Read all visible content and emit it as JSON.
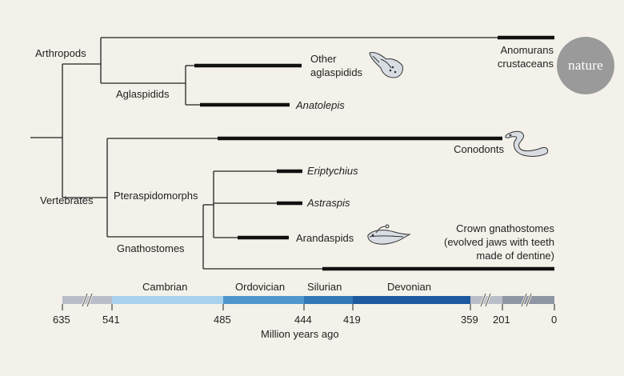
{
  "labels": {
    "arthropods": "Arthropods",
    "aglaspidids": "Aglaspidids",
    "other_aglaspidids_1": "Other",
    "other_aglaspidids_2": "aglaspidids",
    "anatolepis": "Anatolepis",
    "anomurans_1": "Anomurans",
    "anomurans_2": "crustaceans",
    "conodonts": "Conodonts",
    "vertebrates": "Vertebrates",
    "pteraspidomorphs": "Pteraspidomorphs",
    "eriptychius": "Eriptychius",
    "astraspis": "Astraspis",
    "arandaspids": "Arandaspids",
    "gnathostomes": "Gnathostomes",
    "crown_1": "Crown gnathostomes",
    "crown_2": "(evolved jaws with teeth",
    "crown_3": "made of dentine)"
  },
  "brand": {
    "logo_text": "nature"
  },
  "timescale": {
    "title": "Million years ago",
    "periods": [
      {
        "name": "Cambrian",
        "color": "#a9d2ee"
      },
      {
        "name": "Ordovician",
        "color": "#4f96cc"
      },
      {
        "name": "Silurian",
        "color": "#3178b5"
      },
      {
        "name": "Devonian",
        "color": "#1d5aa0"
      }
    ],
    "ticks": [
      "635",
      "541",
      "485",
      "444",
      "419",
      "359",
      "201",
      "0"
    ],
    "other_color": "#b8bdc8"
  },
  "colors": {
    "line": "#222222",
    "animal_fill": "#d8dde3"
  }
}
